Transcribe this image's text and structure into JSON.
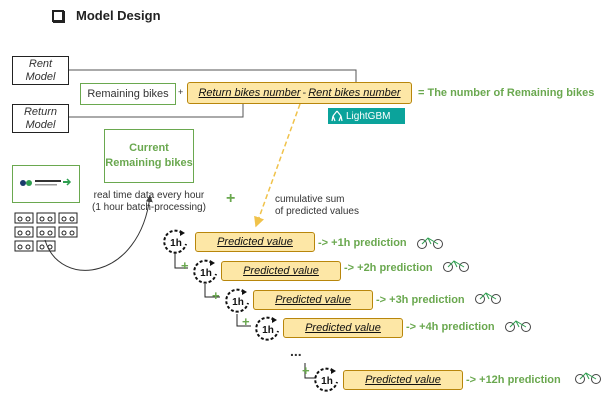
{
  "title": "Model Design",
  "rent_model": "Rent Model",
  "return_model": "Return Model",
  "remaining_bikes": "Remaining bikes",
  "formula": {
    "plus": "+",
    "return_term": "Return bikes number",
    "minus": "-",
    "rent_term": "Rent bikes number",
    "result": "=  The number of Remaining bikes"
  },
  "lightgbm": "LightGBM",
  "current_remaining": "Current Remaining bikes",
  "realtime_note_1": "real time data every hour",
  "realtime_note_2": "(1 hour batch-processing)",
  "cumulative_1": "cumulative sum",
  "cumulative_2": "of predicted values",
  "clock_label": "1h",
  "plus_sign": "+",
  "predicted_value": "Predicted value",
  "predictions": [
    "-> +1h prediction",
    "-> +2h prediction",
    "-> +3h prediction",
    "-> +4h prediction",
    "-> +12h prediction"
  ],
  "ellipsis": "...",
  "colors": {
    "green": "#6aa84f",
    "yellow_fill": "#fde7a6",
    "yellow_border": "#b8860b",
    "teal": "#0ba39b"
  },
  "icons": [
    "checkbox-bullet-icon",
    "clock-1h-icon",
    "bicycle-icon",
    "bike-station-icon",
    "city-logo-icon"
  ]
}
